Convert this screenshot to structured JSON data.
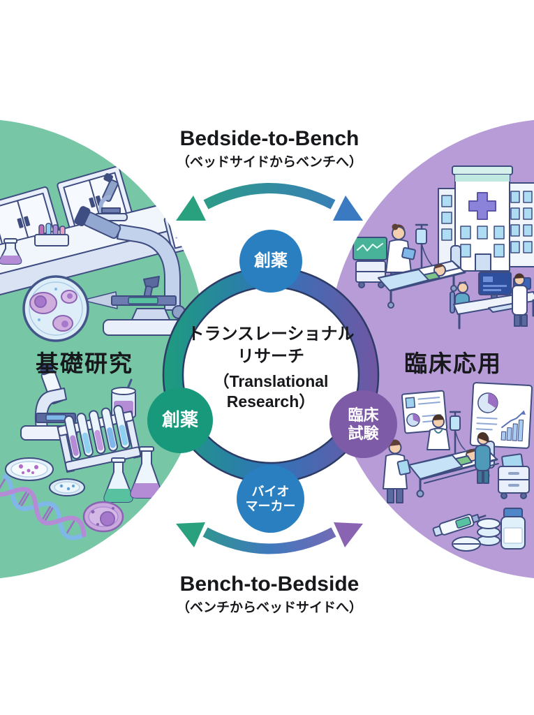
{
  "diagram": {
    "top_heading": {
      "en": "Bedside-to-Bench",
      "ja": "（ベッドサイドからベンチへ）"
    },
    "bottom_heading": {
      "en": "Bench-to-Bedside",
      "ja": "（ベンチからベッドサイドへ）"
    },
    "left_label": "基礎研究",
    "right_label": "臨床応用",
    "center": {
      "ja_line1": "トランスレーショナル",
      "ja_line2": "リサーチ",
      "en_line1": "（Translational",
      "en_line2": "Research）"
    },
    "badges": {
      "top": {
        "label": "創薬",
        "color": "#2a7fc1"
      },
      "left": {
        "label": "創薬",
        "color": "#18997c"
      },
      "right": {
        "line1": "臨床",
        "line2": "試験",
        "color": "#7e5ba6"
      },
      "bottom": {
        "line1": "バイオ",
        "line2": "マーカー",
        "color": "#2a7fc1"
      }
    },
    "colors": {
      "left_circle": "#77c6a6",
      "right_circle": "#b79cd7",
      "ring_gradient": [
        "#1e9c7d",
        "#2f74b9",
        "#7156a3"
      ],
      "arrow_green": "#2aa17e",
      "arrow_blue": "#3b79c0",
      "arrow_purple": "#8a63b3",
      "outline_navy": "#2c3a66"
    },
    "left_scene_icons": [
      "wall-cabinets",
      "lab-bench",
      "bench-microscope-small",
      "clipboard",
      "tube-holder",
      "bench-flask",
      "large-microscope",
      "cell-magnifier",
      "desk-microscope",
      "beaker-stirrer",
      "test-tube-rack",
      "petri-dish",
      "petri-dish-small",
      "flask-green",
      "flask-purple",
      "dna-helix",
      "cell-blob"
    ],
    "right_scene_icons": [
      "hospital-building",
      "vitals-monitor-cart",
      "iv-drip",
      "doctor-with-chart",
      "hospital-bed-patient",
      "computer-desk",
      "seated-researcher",
      "standing-clinician",
      "chart-board-small",
      "chart-board-large",
      "hospital-bed-patient-2",
      "doctor-with-tablet",
      "attending-doctor",
      "nurse",
      "supply-cart",
      "syringe",
      "pill-stack",
      "round-pill",
      "medicine-bottle"
    ]
  }
}
